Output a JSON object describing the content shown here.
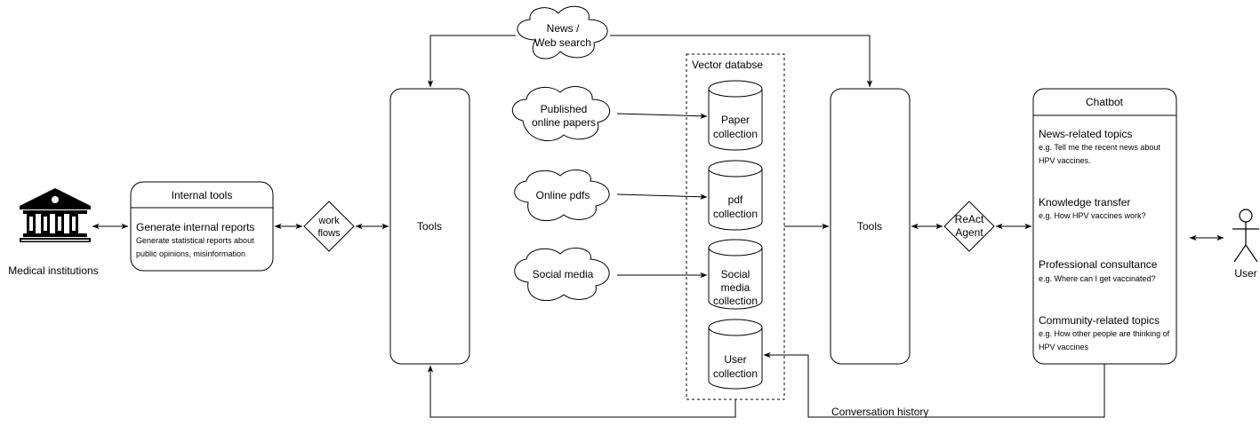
{
  "medical": {
    "label": "Medical institutions"
  },
  "internal_tools": {
    "title": "Internal tools",
    "item_title": "Generate internal reports",
    "item_desc_1": "Generate statistical reports about",
    "item_desc_2": "public opinions, misinformation"
  },
  "workflows": {
    "line1": "work",
    "line2": "flows"
  },
  "tools_left": {
    "label": "Tools"
  },
  "tools_right": {
    "label": "Tools"
  },
  "sources": {
    "news_1": "News /",
    "news_2": "Web search",
    "papers_1": "Published",
    "papers_2": "online papers",
    "pdfs": "Online pdfs",
    "social": "Social media"
  },
  "vector_db": {
    "title": "Vector databse",
    "paper": [
      "Paper",
      "collection"
    ],
    "pdf": [
      "pdf",
      "collection"
    ],
    "social": [
      "Social",
      "media",
      "collection"
    ],
    "user": [
      "User",
      "collection"
    ]
  },
  "react_agent": {
    "line1": "ReAct",
    "line2": "Agent"
  },
  "chatbot": {
    "title": "Chatbot",
    "news_title": "News-related topics",
    "news_ex_1": "e.g. Tell me the recent news about",
    "news_ex_2": "HPV vaccines.",
    "knowledge_title": "Knowledge transfer",
    "knowledge_ex": "e.g. How HPV vaccines work?",
    "consult_title": "Professional consultance",
    "consult_ex": "e.g. Where can I get vaccinated?",
    "community_title": "Community-related topics",
    "community_ex_1": "e.g. How other people are thinking of",
    "community_ex_2": "HPV vaccines"
  },
  "user": {
    "label": "User"
  },
  "conversation_history": {
    "label": "Conversation history"
  },
  "colors": {
    "stroke": "#000000",
    "background": "#ffffff"
  }
}
